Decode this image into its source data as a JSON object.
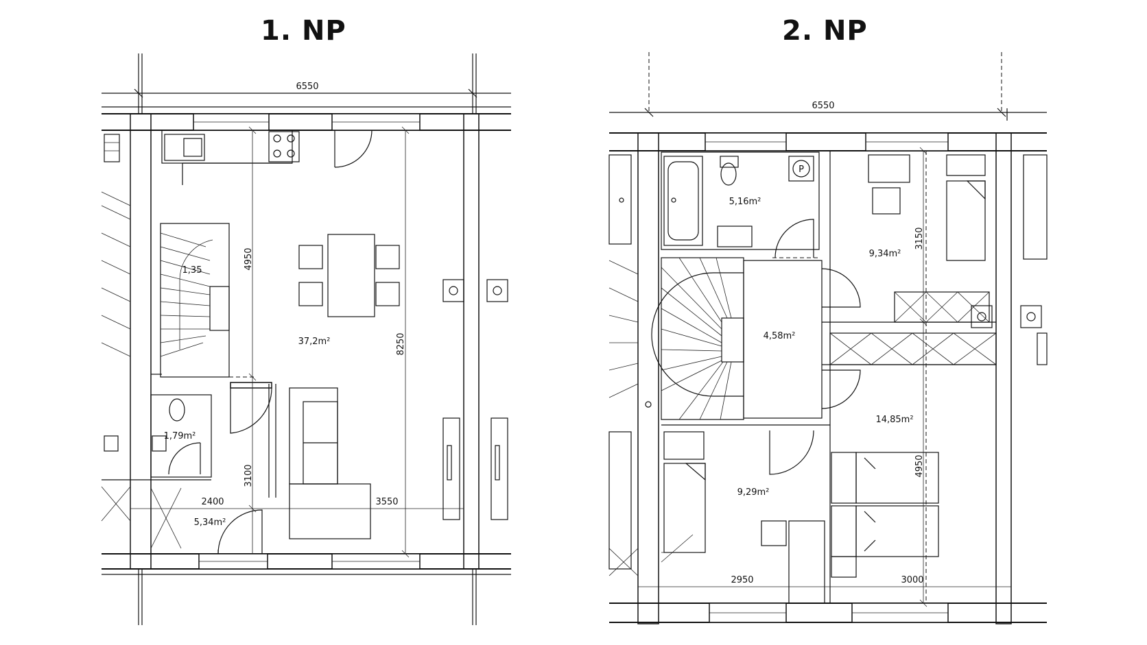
{
  "floors": [
    {
      "title": "1. NP",
      "dimensions": {
        "overall_width": "6550",
        "living_depth": "8250",
        "upper_depth": "4950",
        "lower_depth": "3100",
        "left_width": "2400",
        "right_width": "3550"
      },
      "rooms": {
        "stair": "1,35",
        "living": "37,2m²",
        "wc": "1,79m²",
        "entry": "5,34m²"
      }
    },
    {
      "title": "2. NP",
      "dimensions": {
        "overall_width": "6550",
        "upper_depth": "3150",
        "lower_depth": "4950",
        "left_width": "2950",
        "right_width": "3000"
      },
      "rooms": {
        "bath": "5,16m²",
        "boiler_label": "P",
        "bedroom_small": "9,34m²",
        "hall": "4,58m²",
        "bedroom_large": "14,85m²",
        "bedroom_left": "9,29m²"
      }
    }
  ]
}
